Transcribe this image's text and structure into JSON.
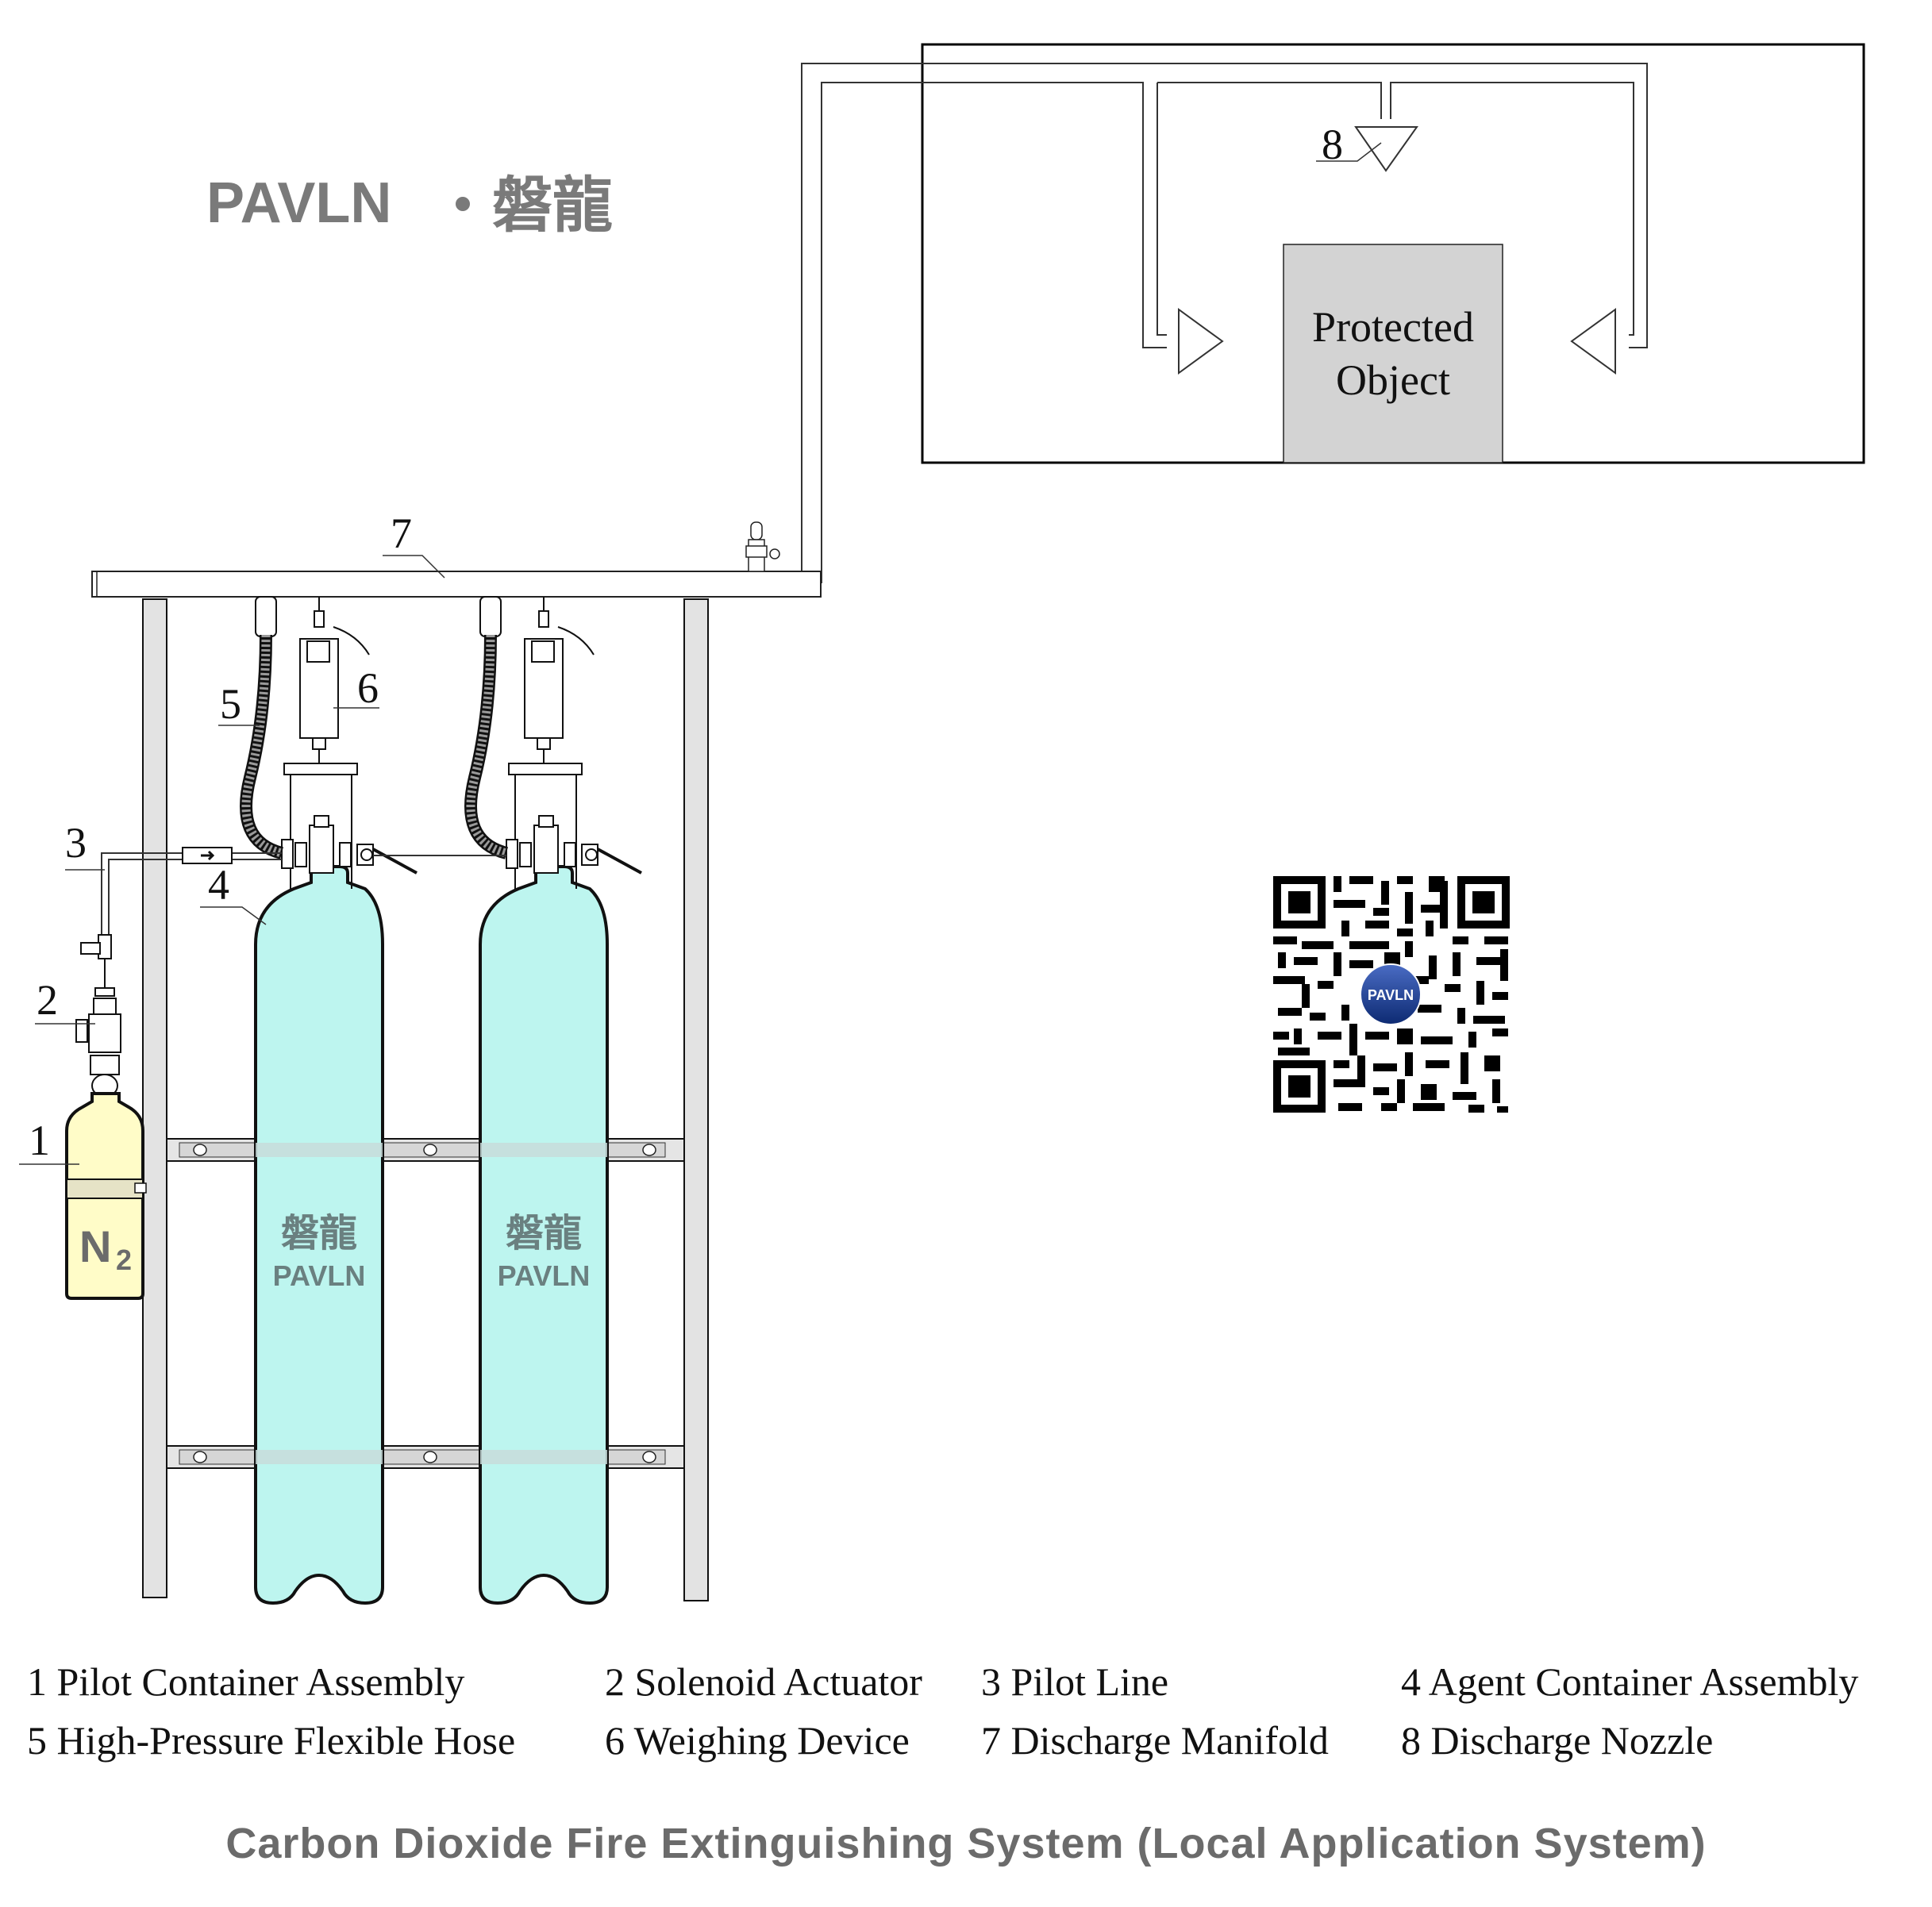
{
  "brand": {
    "latin": "PAVLN",
    "separator": "·",
    "chinese": "磐龍",
    "color": "#7a7a7a"
  },
  "protected_area": {
    "object_label_line1": "Protected",
    "object_label_line2": "Object",
    "object_fill": "#d3d3d3"
  },
  "callouts": [
    {
      "number": "1",
      "target": "pilot-container"
    },
    {
      "number": "2",
      "target": "solenoid-actuator"
    },
    {
      "number": "3",
      "target": "pilot-line"
    },
    {
      "number": "4",
      "target": "agent-container"
    },
    {
      "number": "5",
      "target": "flexible-hose"
    },
    {
      "number": "6",
      "target": "weighing-device"
    },
    {
      "number": "7",
      "target": "discharge-manifold"
    },
    {
      "number": "8",
      "target": "discharge-nozzle"
    }
  ],
  "pilot_cylinder": {
    "gas_label": "N",
    "gas_subscript": "2",
    "fill": "#fffcc8"
  },
  "agent_cylinders": [
    {
      "brand_chinese": "磐龍",
      "brand_latin": "PAVLN",
      "fill": "#bdf5ef"
    },
    {
      "brand_chinese": "磐龍",
      "brand_latin": "PAVLN",
      "fill": "#bdf5ef"
    }
  ],
  "qr_code": {
    "center_logo": "PAVLN",
    "logo_color": "#1e3a8a"
  },
  "legend": {
    "rows": [
      [
        {
          "label": "1 Pilot Container Assembly"
        },
        {
          "label": "2 Solenoid Actuator"
        },
        {
          "label": "3 Pilot Line"
        },
        {
          "label": "4 Agent Container Assembly"
        }
      ],
      [
        {
          "label": "5 High-Pressure Flexible Hose"
        },
        {
          "label": "6 Weighing Device"
        },
        {
          "label": "7 Discharge Manifold"
        },
        {
          "label": "8 Discharge Nozzle"
        }
      ]
    ]
  },
  "caption": "Carbon Dioxide Fire Extinguishing System (Local Application System)"
}
